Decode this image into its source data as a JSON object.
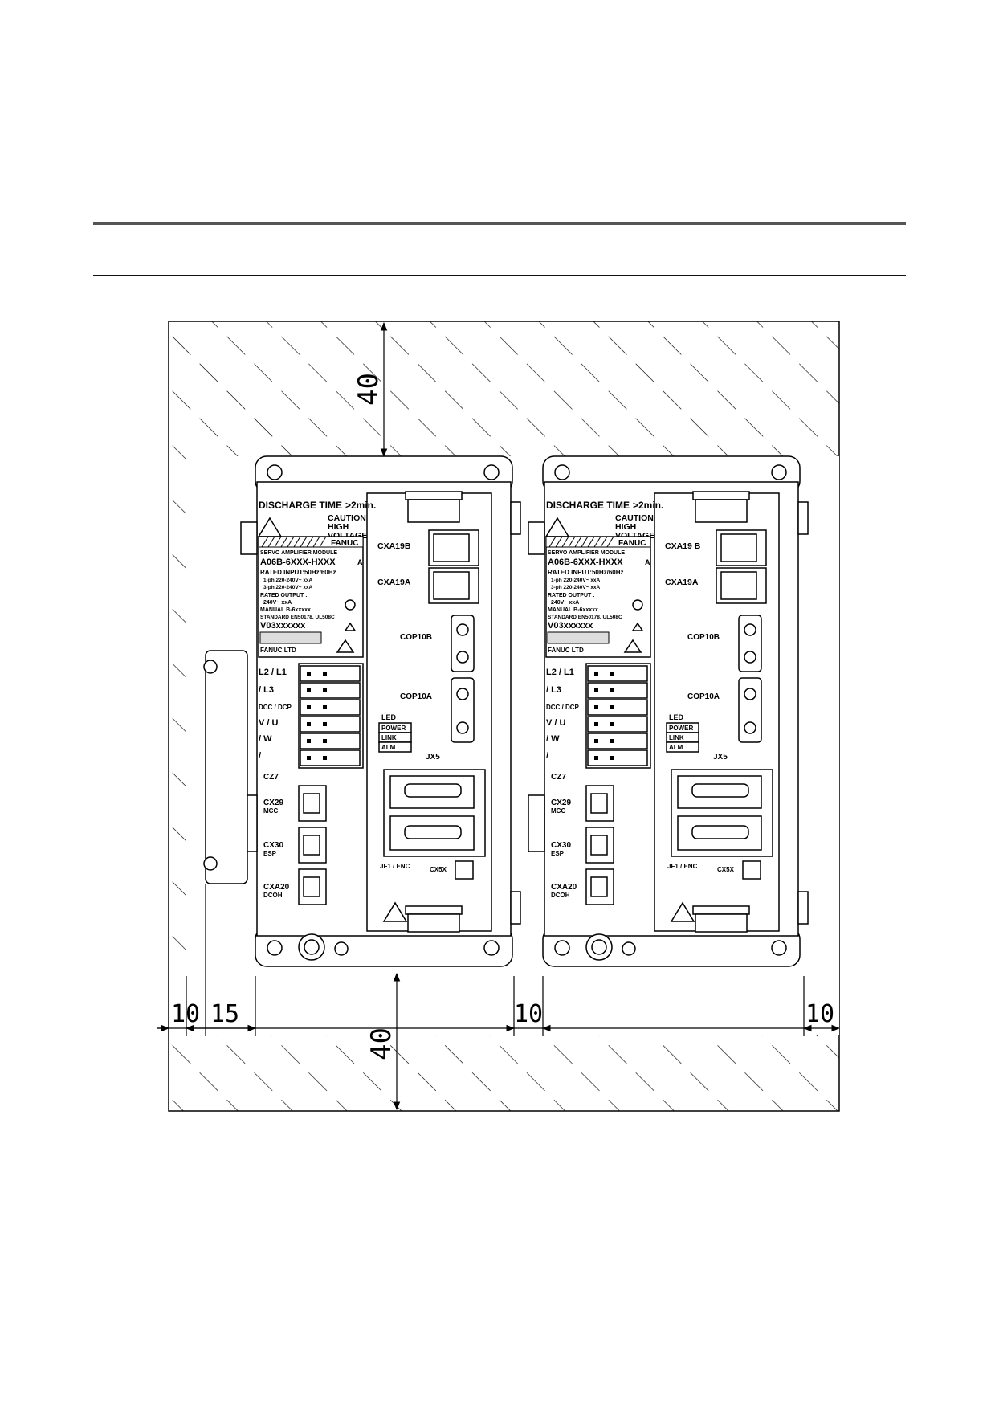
{
  "dimensions": {
    "top_gap": "40",
    "bottom_gap": "40",
    "left_wall_gap": "10",
    "left_protrusion_gap": "15",
    "module_gap": "10",
    "right_wall_gap": "10"
  },
  "modules": [
    {
      "header": "DISCHARGE TIME",
      "header_gt": ">2min.",
      "caution": [
        "CAUTION",
        "HIGH",
        "VOLTAGE"
      ],
      "brand": "FANUC",
      "plate_title": "SERVO AMPLIFIER MODULE",
      "model": "A06B-6XXX-HXXX",
      "model_suffix": "A",
      "rated_input": "RATED INPUT:50Hz/60Hz",
      "input_1ph": "1-ph    220-240V~    xxA",
      "input_3ph": "3-ph    220-240V~    xxA",
      "rated_output": "RATED OUTPUT :",
      "output_val": "240V~    xxA",
      "manual": "MANUAL  B-6xxxxx",
      "standard": "STANDARD EN50178, UL508C",
      "serial": "V03xxxxxx",
      "maker": "FANUC LTD",
      "terminals": [
        "L2 / L1",
        "/ L3",
        "DCC / DCP",
        "V / U",
        "/ W",
        "/"
      ],
      "left_connectors": [
        {
          "name": "CZ7",
          "sub": ""
        },
        {
          "name": "CX29",
          "sub": "MCC"
        },
        {
          "name": "CX30",
          "sub": "ESP"
        },
        {
          "name": "CXA20",
          "sub": "DCOH"
        }
      ],
      "right_connectors": [
        "CXA19B",
        "CXA19A",
        "COP10B",
        "COP10A"
      ],
      "led_title": "LED",
      "led_items": [
        "POWER",
        "LINK",
        "ALM"
      ],
      "jx5": "JX5",
      "jf1": "JF1 / ENC",
      "cx5x": "CX5X"
    },
    {
      "header": "DISCHARGE TIME",
      "header_gt": ">2min.",
      "caution": [
        "CAUTION",
        "HIGH",
        "VOLTAGE"
      ],
      "brand": "FANUC",
      "plate_title": "SERVO AMPLIFIER MODULE",
      "model": "A06B-6XXX-HXXX",
      "model_suffix": "A",
      "rated_input": "RATED INPUT:50Hz/60Hz",
      "input_1ph": "1-ph    220-240V~    xxA",
      "input_3ph": "3-ph    220-240V~    xxA",
      "rated_output": "RATED OUTPUT :",
      "output_val": "240V~    xxA",
      "manual": "MANUAL  B-6xxxxx",
      "standard": "STANDARD EN50178, UL508C",
      "serial": "V03xxxxxx",
      "maker": "FANUC LTD",
      "terminals": [
        "L2 / L1",
        "/ L3",
        "DCC / DCP",
        "V / U",
        "/ W",
        "/"
      ],
      "left_connectors": [
        {
          "name": "CZ7",
          "sub": ""
        },
        {
          "name": "CX29",
          "sub": "MCC"
        },
        {
          "name": "CX30",
          "sub": "ESP"
        },
        {
          "name": "CXA20",
          "sub": "DCOH"
        }
      ],
      "right_connectors": [
        "CXA19 B",
        "CXA19A",
        "COP10B",
        "COP10A"
      ],
      "led_title": "LED",
      "led_items": [
        "POWER",
        "LINK",
        "ALM"
      ],
      "jx5": "JX5",
      "jf1": "JF1 / ENC",
      "cx5x": "CX5X"
    }
  ]
}
